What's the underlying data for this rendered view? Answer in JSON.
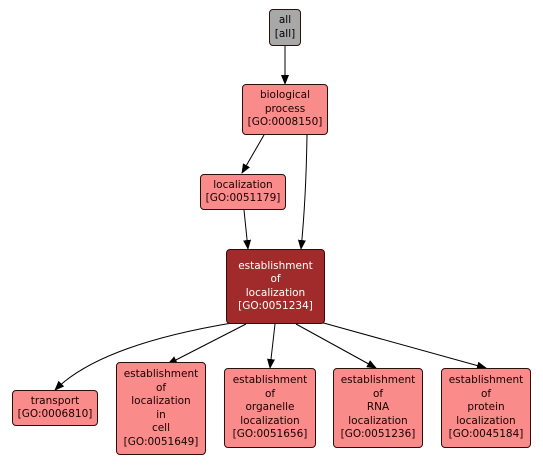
{
  "colors": {
    "node_default": "#f98b8b",
    "node_root": "#a8a8a8",
    "node_focus": "#a12b2b",
    "edge": "#000000"
  },
  "nodes": {
    "all": {
      "lines": [
        "all",
        "[all]"
      ]
    },
    "biological_process": {
      "lines": [
        "biological",
        "process",
        "[GO:0008150]"
      ]
    },
    "localization": {
      "lines": [
        "localization",
        "[GO:0051179]"
      ]
    },
    "establishment_of_localization": {
      "lines": [
        "establishment",
        "of",
        "localization",
        "[GO:0051234]"
      ]
    },
    "transport": {
      "lines": [
        "transport",
        "[GO:0006810]"
      ]
    },
    "establishment_of_localization_in_cell": {
      "lines": [
        "establishment",
        "of",
        "localization",
        "in",
        "cell",
        "[GO:0051649]"
      ]
    },
    "establishment_of_organelle_localization": {
      "lines": [
        "establishment",
        "of",
        "organelle",
        "localization",
        "[GO:0051656]"
      ]
    },
    "establishment_of_rna_localization": {
      "lines": [
        "establishment",
        "of",
        "RNA",
        "localization",
        "[GO:0051236]"
      ]
    },
    "establishment_of_protein_localization": {
      "lines": [
        "establishment",
        "of",
        "protein",
        "localization",
        "[GO:0045184]"
      ]
    }
  },
  "edges": [
    [
      "all",
      "biological_process"
    ],
    [
      "biological_process",
      "localization"
    ],
    [
      "biological_process",
      "establishment_of_localization"
    ],
    [
      "localization",
      "establishment_of_localization"
    ],
    [
      "establishment_of_localization",
      "transport"
    ],
    [
      "establishment_of_localization",
      "establishment_of_localization_in_cell"
    ],
    [
      "establishment_of_localization",
      "establishment_of_organelle_localization"
    ],
    [
      "establishment_of_localization",
      "establishment_of_rna_localization"
    ],
    [
      "establishment_of_localization",
      "establishment_of_protein_localization"
    ]
  ]
}
